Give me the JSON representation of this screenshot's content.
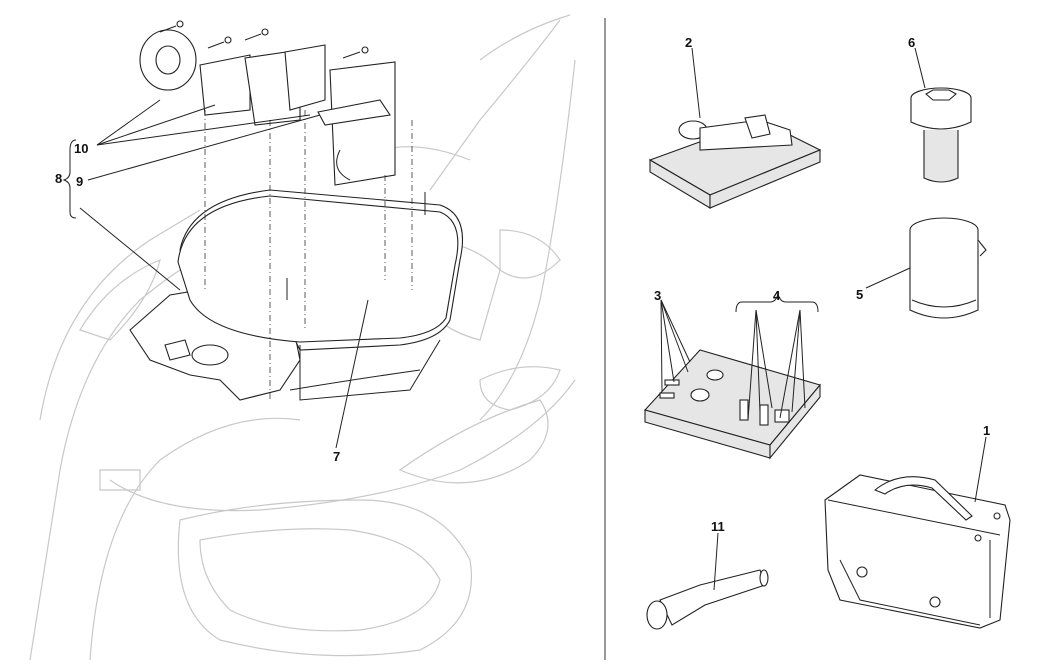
{
  "diagram": {
    "title": "Tool kit and luggage compartment exploded view",
    "callouts": {
      "c1": "1",
      "c2": "2",
      "c3": "3",
      "c4": "4",
      "c5": "5",
      "c6": "6",
      "c7": "7",
      "c8": "8",
      "c9": "9",
      "c10": "10",
      "c11": "11"
    },
    "parts": [
      {
        "ref": "1",
        "name": "tool-bag"
      },
      {
        "ref": "2",
        "name": "tool-set-tray"
      },
      {
        "ref": "3",
        "name": "fuse-set"
      },
      {
        "ref": "4",
        "name": "bulb-set"
      },
      {
        "ref": "5",
        "name": "cylindrical-case"
      },
      {
        "ref": "6",
        "name": "wheel-nut-socket"
      },
      {
        "ref": "7",
        "name": "luggage-compartment-tub"
      },
      {
        "ref": "8",
        "name": "compartment-assembly"
      },
      {
        "ref": "9",
        "name": "trim-panel"
      },
      {
        "ref": "10",
        "name": "retaining-straps"
      },
      {
        "ref": "11",
        "name": "flashlight"
      }
    ]
  }
}
